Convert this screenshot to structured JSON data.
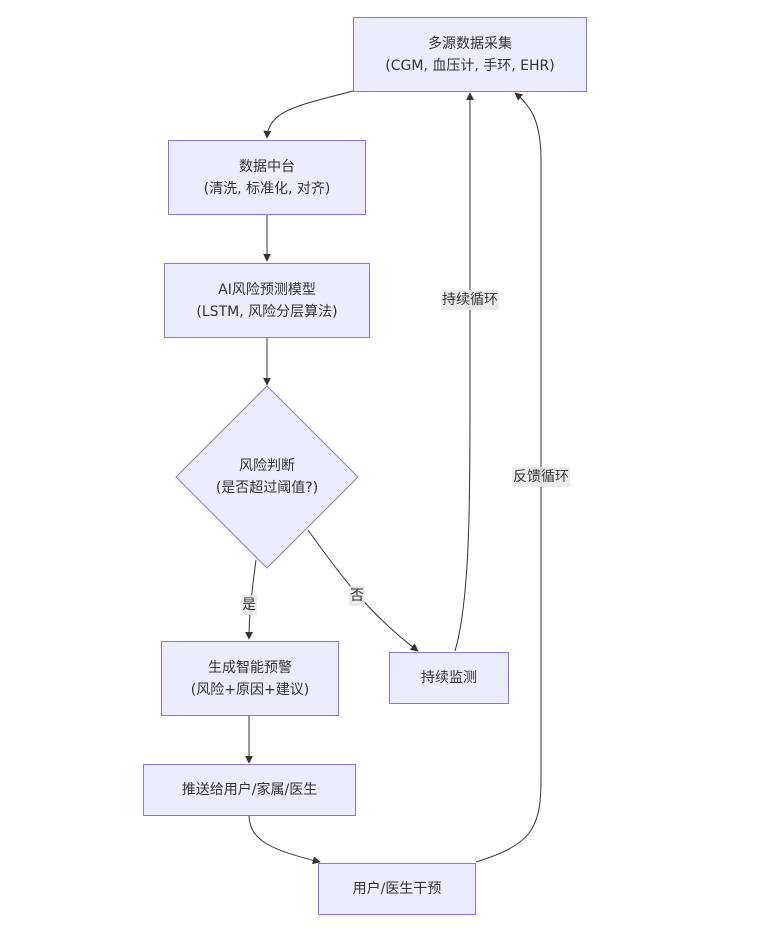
{
  "diagram": {
    "type": "flowchart",
    "colors": {
      "node_fill": "#ECECFF",
      "node_stroke": "#9370DB",
      "edge": "#333333",
      "edge_label_bg": "#E8E8E8",
      "text": "#333333"
    },
    "nodes": {
      "collect": {
        "line1": "多源数据采集",
        "line2": "(CGM, 血压计, 手环, EHR)"
      },
      "platform": {
        "line1": "数据中台",
        "line2": "(清洗, 标准化, 对齐)"
      },
      "model": {
        "line1": "AI风险预测模型",
        "line2": "(LSTM, 风险分层算法)"
      },
      "decision": {
        "line1": "风险判断",
        "line2": "(是否超过阈值?)"
      },
      "alert": {
        "line1": "生成智能预警",
        "line2": "(风险+原因+建议)"
      },
      "monitor": {
        "line1": "持续监测"
      },
      "push": {
        "line1": "推送给用户/家属/医生"
      },
      "intervene": {
        "line1": "用户/医生干预"
      }
    },
    "edges": [
      {
        "from": "collect",
        "to": "platform",
        "label": ""
      },
      {
        "from": "platform",
        "to": "model",
        "label": ""
      },
      {
        "from": "model",
        "to": "decision",
        "label": ""
      },
      {
        "from": "decision",
        "to": "alert",
        "label": "是"
      },
      {
        "from": "decision",
        "to": "monitor",
        "label": "否"
      },
      {
        "from": "alert",
        "to": "push",
        "label": ""
      },
      {
        "from": "push",
        "to": "intervene",
        "label": ""
      },
      {
        "from": "monitor",
        "to": "collect",
        "label": "持续循环"
      },
      {
        "from": "intervene",
        "to": "collect",
        "label": "反馈循环"
      }
    ]
  }
}
